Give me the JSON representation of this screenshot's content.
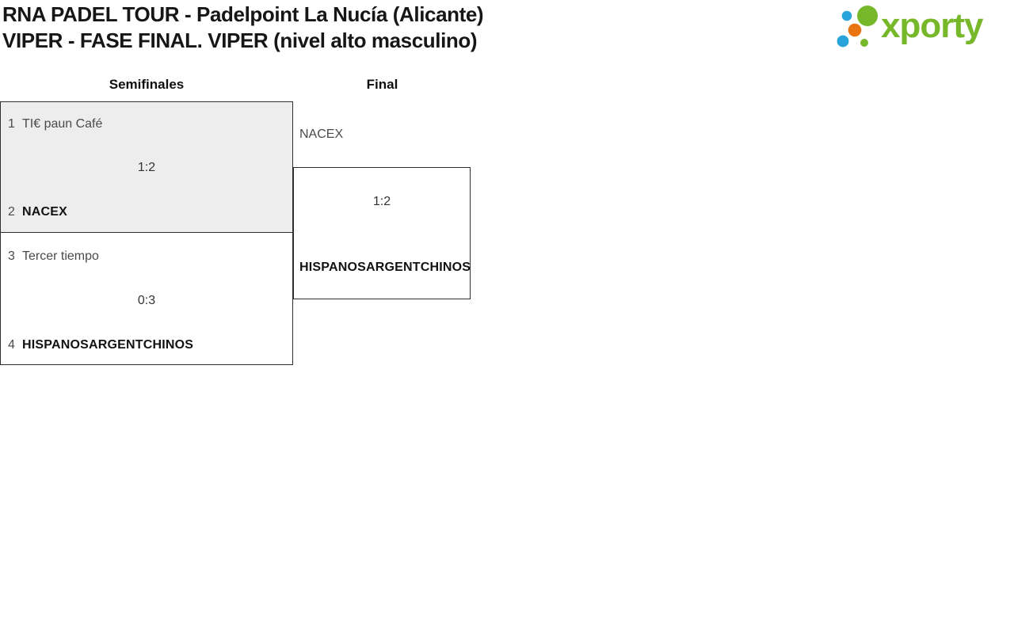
{
  "header": {
    "title_line1": "RNA PADEL TOUR - Padelpoint La Nucía (Alicante)",
    "title_line2": "VIPER - FASE FINAL. VIPER (nivel alto masculino)"
  },
  "logo": {
    "text": "xporty",
    "colors": {
      "green": "#76b82a",
      "blue": "#29a4da",
      "orange": "#e87511"
    }
  },
  "colors": {
    "match_highlight_bg": "#ededed",
    "box_border": "#2e2e2e",
    "team_regular_text": "#4a4a4a",
    "team_winner_text": "#121212",
    "score_text": "#333333",
    "title_text": "#161616"
  },
  "bracket": {
    "rounds": [
      {
        "label": "Semifinales",
        "matches": [
          {
            "score": "1:2",
            "teams": [
              {
                "seed": "1",
                "name": "TI€ paun Café",
                "winner": false
              },
              {
                "seed": "2",
                "name": "NACEX",
                "winner": true
              }
            ]
          },
          {
            "score": "0:3",
            "teams": [
              {
                "seed": "3",
                "name": "Tercer tiempo",
                "winner": false
              },
              {
                "seed": "4",
                "name": "HISPANOSARGENTCHINOS",
                "winner": true
              }
            ]
          }
        ]
      },
      {
        "label": "Final",
        "matches": [
          {
            "score": "1:2",
            "teams": [
              {
                "seed": "",
                "name": "NACEX",
                "winner": false
              },
              {
                "seed": "",
                "name": "HISPANOSARGENTCHINOS",
                "winner": true
              }
            ]
          }
        ]
      }
    ]
  }
}
